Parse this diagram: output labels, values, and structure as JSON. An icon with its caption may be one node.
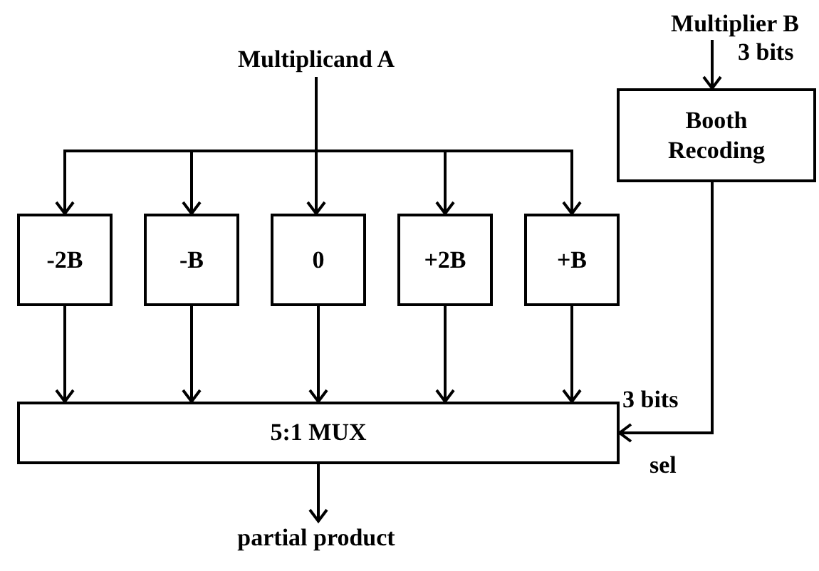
{
  "diagram": {
    "nodes": [
      {
        "text": [
          "Multiplicand A"
        ]
      },
      {
        "text": [
          "Multiplier B"
        ]
      },
      {
        "text": [
          "Booth Recoding"
        ]
      },
      {
        "text": [
          "-2B"
        ]
      },
      {
        "text": [
          "-B"
        ]
      },
      {
        "text": [
          "0"
        ]
      },
      {
        "text": [
          "+2B"
        ]
      },
      {
        "text": [
          "+B"
        ]
      },
      {
        "text": [
          "5:1 MUX"
        ]
      },
      {
        "text": [
          "partial product"
        ]
      }
    ],
    "edges": [
      {
        "from": 0,
        "to": 3,
        "arrow": "to"
      },
      {
        "from": 0,
        "to": 4,
        "arrow": "to"
      },
      {
        "from": 0,
        "to": 5,
        "arrow": "to"
      },
      {
        "from": 0,
        "to": 6,
        "arrow": "to"
      },
      {
        "from": 0,
        "to": 7,
        "arrow": "to"
      },
      {
        "from": 1,
        "to": 2,
        "arrow": "to",
        "label": "3 bits"
      },
      {
        "from": 2,
        "to": 8,
        "arrow": "to",
        "label": "3 bits"
      },
      {
        "from": 3,
        "to": 8,
        "arrow": "to"
      },
      {
        "from": 4,
        "to": 8,
        "arrow": "to"
      },
      {
        "from": 5,
        "to": 8,
        "arrow": "to"
      },
      {
        "from": 6,
        "to": 8,
        "arrow": "to"
      },
      {
        "from": 7,
        "to": 8,
        "arrow": "to"
      },
      {
        "from": 8,
        "to": 9,
        "arrow": "to"
      }
    ],
    "labels": [
      "sel"
    ]
  }
}
